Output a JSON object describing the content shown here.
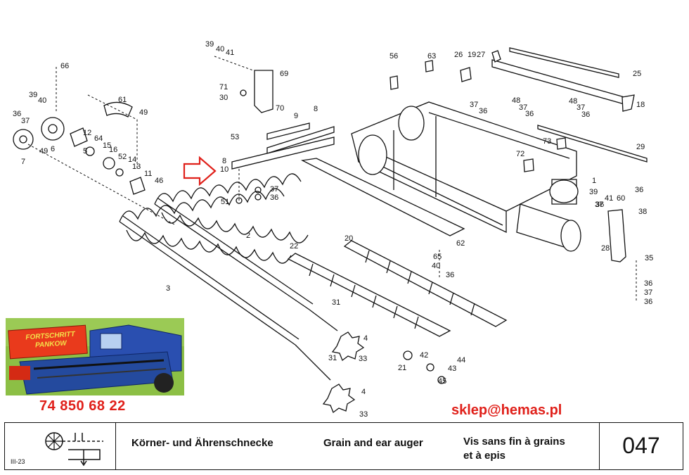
{
  "callouts": [
    "1",
    "2",
    "3",
    "4",
    "4",
    "5",
    "6",
    "7",
    "8",
    "8",
    "9",
    "10",
    "11",
    "12",
    "13",
    "14",
    "15",
    "16",
    "18",
    "19",
    "20",
    "21",
    "22",
    "25",
    "26",
    "27",
    "28",
    "29",
    "30",
    "31",
    "31",
    "33",
    "33",
    "35",
    "36",
    "36",
    "36",
    "36",
    "36",
    "36",
    "36",
    "36",
    "36",
    "36",
    "37",
    "37",
    "37",
    "37",
    "37",
    "37",
    "37",
    "38",
    "39",
    "39",
    "39",
    "40",
    "40",
    "40",
    "41",
    "41",
    "42",
    "43",
    "44",
    "45",
    "46",
    "48",
    "48",
    "49",
    "49",
    "51",
    "52",
    "53",
    "56",
    "60",
    "61",
    "62",
    "63",
    "64",
    "65",
    "66",
    "69",
    "70",
    "71",
    "72",
    "73"
  ],
  "contact": {
    "phone": "74 850 68 22",
    "email": "sklep@hemas.pl"
  },
  "photo": {
    "brand_sign": "FORTSCHRITT PANKOW"
  },
  "footer": {
    "sheet_code": "III-23",
    "title_de": "Körner- und  Ährenschnecke",
    "title_en": "Grain and ear auger",
    "title_fr_line1": "Vis sans fin à grains",
    "title_fr_line2": "et à epis",
    "page_number": "047"
  },
  "colors": {
    "contact_red": "#e0201a",
    "arrow_red": "#e0201a",
    "ink": "#111111"
  }
}
